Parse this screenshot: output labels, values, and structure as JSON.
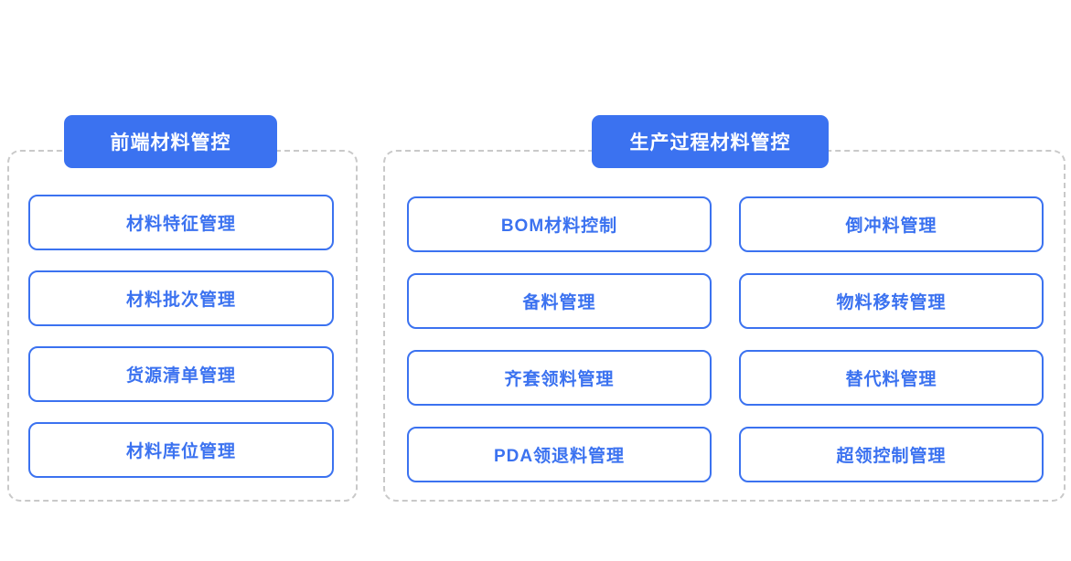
{
  "diagram": {
    "colors": {
      "primary_blue": "#3B72F0",
      "chip_text": "#FFFFFF",
      "dashed_border": "#C9C9C9",
      "item_background": "#FFFFFF",
      "page_background": "#FFFFFF"
    },
    "groups": [
      {
        "title": "前端材料管控",
        "items": [
          "材料特征管理",
          "材料批次管理",
          "货源清单管理",
          "材料库位管理"
        ]
      },
      {
        "title": "生产过程材料管控",
        "items": [
          "BOM材料控制",
          "倒冲料管理",
          "备料管理",
          "物料移转管理",
          "齐套领料管理",
          "替代料管理",
          "PDA领退料管理",
          "超领控制管理"
        ]
      }
    ]
  }
}
